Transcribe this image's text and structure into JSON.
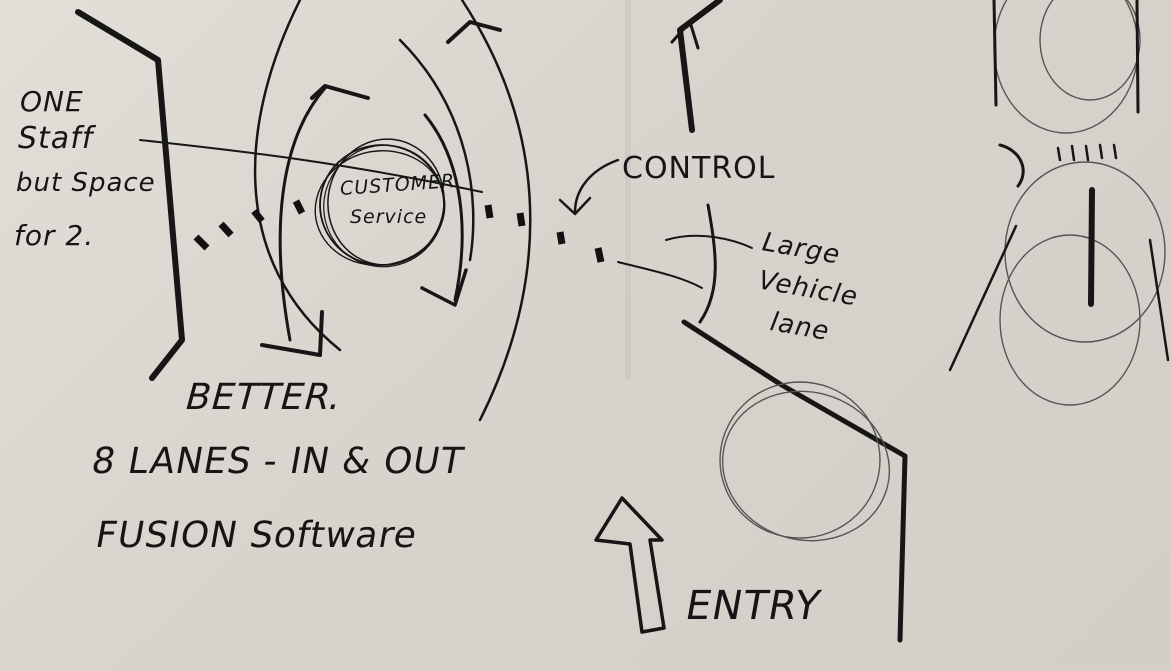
{
  "annotations": {
    "one_staff": [
      "ONE",
      "Staff",
      "but Space",
      "for 2."
    ],
    "customer_service": [
      "CUSTOMER",
      "Service"
    ],
    "control": "CONTROL",
    "large_vehicle_lane": [
      "Large",
      "Vehicle",
      "lane"
    ],
    "better": "BETTER.",
    "lanes_note": "8 LANES - IN & OUT",
    "software_note": "FUSION Software",
    "entry": "ENTRY"
  }
}
